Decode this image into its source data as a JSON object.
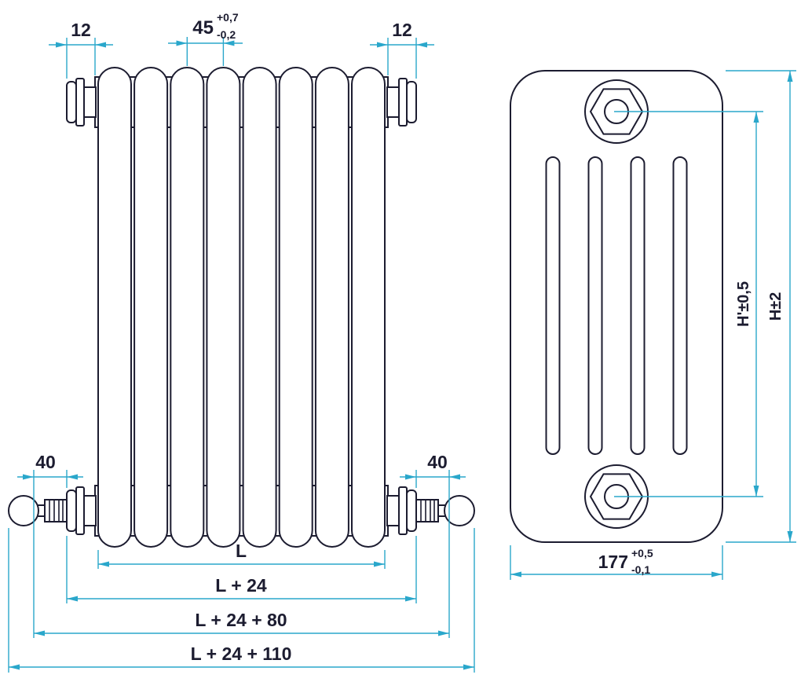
{
  "colors": {
    "line": "#1c1c30",
    "dimension": "#2aa7cb",
    "background": "#ffffff"
  },
  "front_view": {
    "dim_cap_left": "12",
    "dim_pitch": {
      "value": "45",
      "tol_plus": "+0,7",
      "tol_minus": "-0,2"
    },
    "dim_cap_right": "12",
    "dim_valve_left": "40",
    "dim_valve_right": "40",
    "dim_length": "L",
    "dim_length_caps": "L + 24",
    "dim_length_valves": "L + 24 + 80",
    "dim_length_valves_alt": "L + 24 + 110"
  },
  "side_view": {
    "dim_depth": {
      "value": "177",
      "tol_plus": "+0,5",
      "tol_minus": "-0,1"
    },
    "dim_height_centers": "H'±0,5",
    "dim_height_overall": "H±2"
  }
}
